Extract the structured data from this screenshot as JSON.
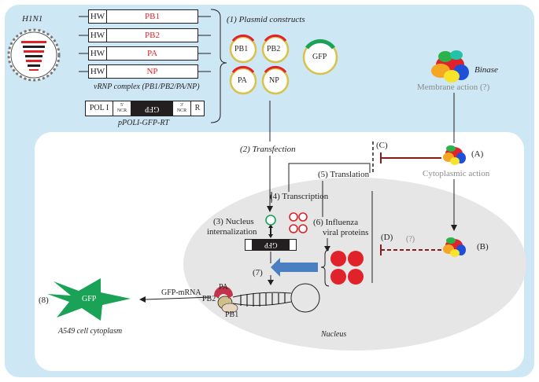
{
  "virus": {
    "label": "H1N1"
  },
  "segments": [
    {
      "hw": "HW",
      "gene": "PB1"
    },
    {
      "hw": "HW",
      "gene": "PB2"
    },
    {
      "hw": "HW",
      "gene": "PA"
    },
    {
      "hw": "HW",
      "gene": "NP"
    }
  ],
  "vrnp_label": "vRNP complex (PB1/PB2/PA/NP)",
  "reporter": {
    "pol": "POL I",
    "ncr5_top": "5'",
    "ncr5_bottom": "NCR",
    "gfp": "GFP",
    "ncr3_top": "3'",
    "ncr3_bottom": "NCR",
    "r": "R",
    "label": "pPOLI-GFP-RT"
  },
  "plasmids": {
    "title": "(1) Plasmid constructs",
    "items": [
      "PB1",
      "PB2",
      "PA",
      "NP"
    ],
    "gfp": "GFP"
  },
  "binase": {
    "label": "Binase",
    "membrane": "Membrane action (?)",
    "cytoplasmic": "Cytoplasmic action",
    "a": "(A)",
    "b": "(B)",
    "c": "(C)",
    "d": "(D)",
    "q": "(?)"
  },
  "steps": {
    "s2": "(2) Transfection",
    "s3a": "(3) Nucleus",
    "s3b": "internalization",
    "s4": "(4) Transcription",
    "s5": "(5) Translation",
    "s6a": "(6) Influenza",
    "s6b": "viral proteins",
    "s7": "(7)",
    "s8": "(8)"
  },
  "complex": {
    "pa": "PA",
    "pb2": "PB2",
    "pb1": "PB1",
    "gfp_block": "GFP"
  },
  "mrna": "GFP-mRNA",
  "gfp_star": "GFP",
  "cytoplasm_label": "A549 cell cytoplasm",
  "nucleus_label": "Nucleus",
  "colors": {
    "bg": "#cde7f4",
    "nucleus": "#e6e6e6",
    "red": "#e0222a",
    "arrow_blue": "#4a7fc1",
    "inhibit": "#8b1a1a",
    "gfp_green": "#1aa356"
  }
}
